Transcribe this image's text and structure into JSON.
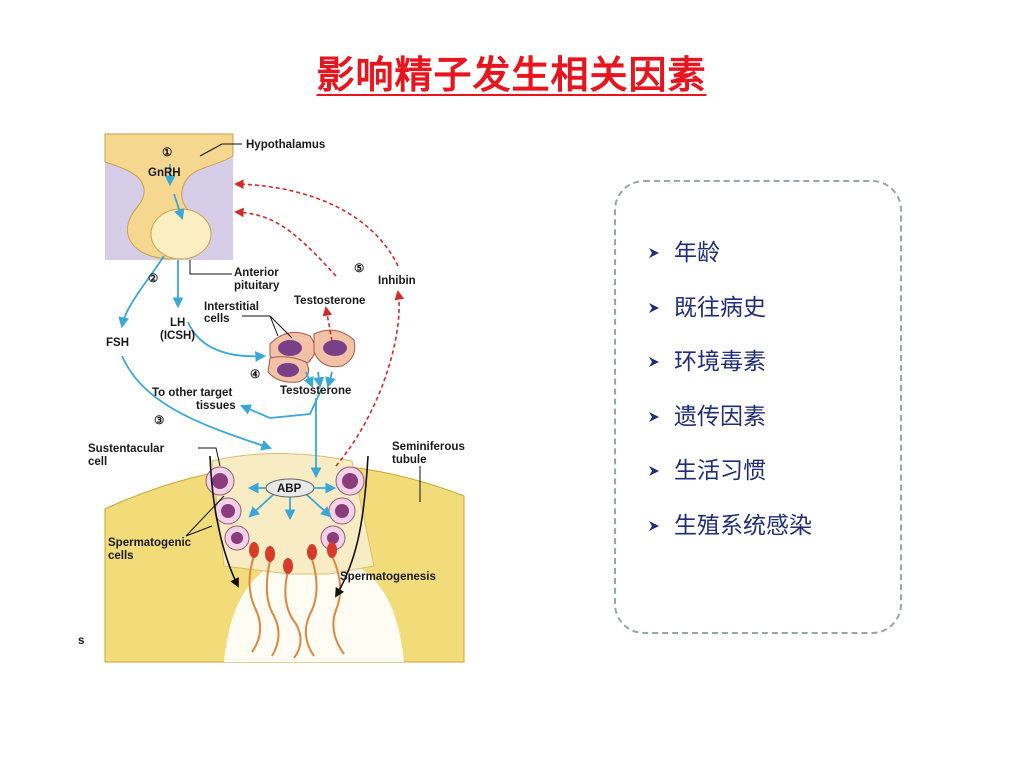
{
  "title": "影响精子发生相关因素",
  "diagram": {
    "labels": {
      "step1": "①",
      "gnrh": "GnRH",
      "hypothalamus": "Hypothalamus",
      "step2": "②",
      "anterior_pituitary_1": "Anterior",
      "anterior_pituitary_2": "pituitary",
      "step5": "⑤",
      "inhibin": "Inhibin",
      "interstitial_1": "Interstitial",
      "interstitial_2": "cells",
      "testosterone_top": "Testosterone",
      "lh_1": "LH",
      "lh_2": "(ICSH)",
      "fsh": "FSH",
      "step4": "④",
      "testosterone_mid": "Testosterone",
      "other_targets_1": "To other target",
      "other_targets_2": "tissues",
      "step3": "③",
      "sustentacular_1": "Sustentacular",
      "sustentacular_2": "cell",
      "seminiferous_1": "Seminiferous",
      "seminiferous_2": "tubule",
      "abp": "ABP",
      "spermatogenic_1": "Spermatogenic",
      "spermatogenic_2": "cells",
      "spermatogenesis": "Spermatogenesis",
      "edge_fragment": "s"
    }
  },
  "factors": [
    "年龄",
    "既往病史",
    "环境毒素",
    "遗传因素",
    "生活习惯",
    "生殖系统感染"
  ],
  "colors": {
    "title": "#e8141e",
    "factor_text": "#1f2d7a",
    "bullet": "#1f2d7a",
    "box_border": "#9aa6a6"
  }
}
